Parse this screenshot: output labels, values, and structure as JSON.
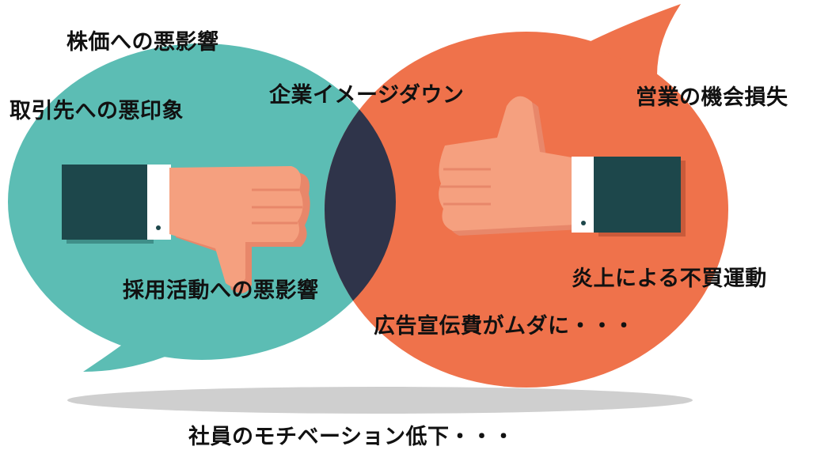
{
  "labels": {
    "stock": "株価への悪影響",
    "partners": "取引先への悪印象",
    "image_down": "企業イメージダウン",
    "lost_sales": "営業の機会損失",
    "boycott": "炎上による不買運動",
    "recruit": "採用活動への悪影響",
    "ad_waste": "広告宣伝費がムダに・・・",
    "motivation": "社員のモチベーション低下・・・"
  },
  "colors": {
    "left_bubble": "#5cbdb4",
    "right_bubble": "#ef724b",
    "overlap": "#2f344a",
    "skin": "#f5a07f",
    "skin_shadow": "#e8876a",
    "sleeve": "#1d474b",
    "cuff": "#ffffff",
    "shadow": "#c8c8c8"
  },
  "icons": {
    "left_hand": "thumbs-down-icon",
    "right_hand": "thumbs-up-icon"
  }
}
